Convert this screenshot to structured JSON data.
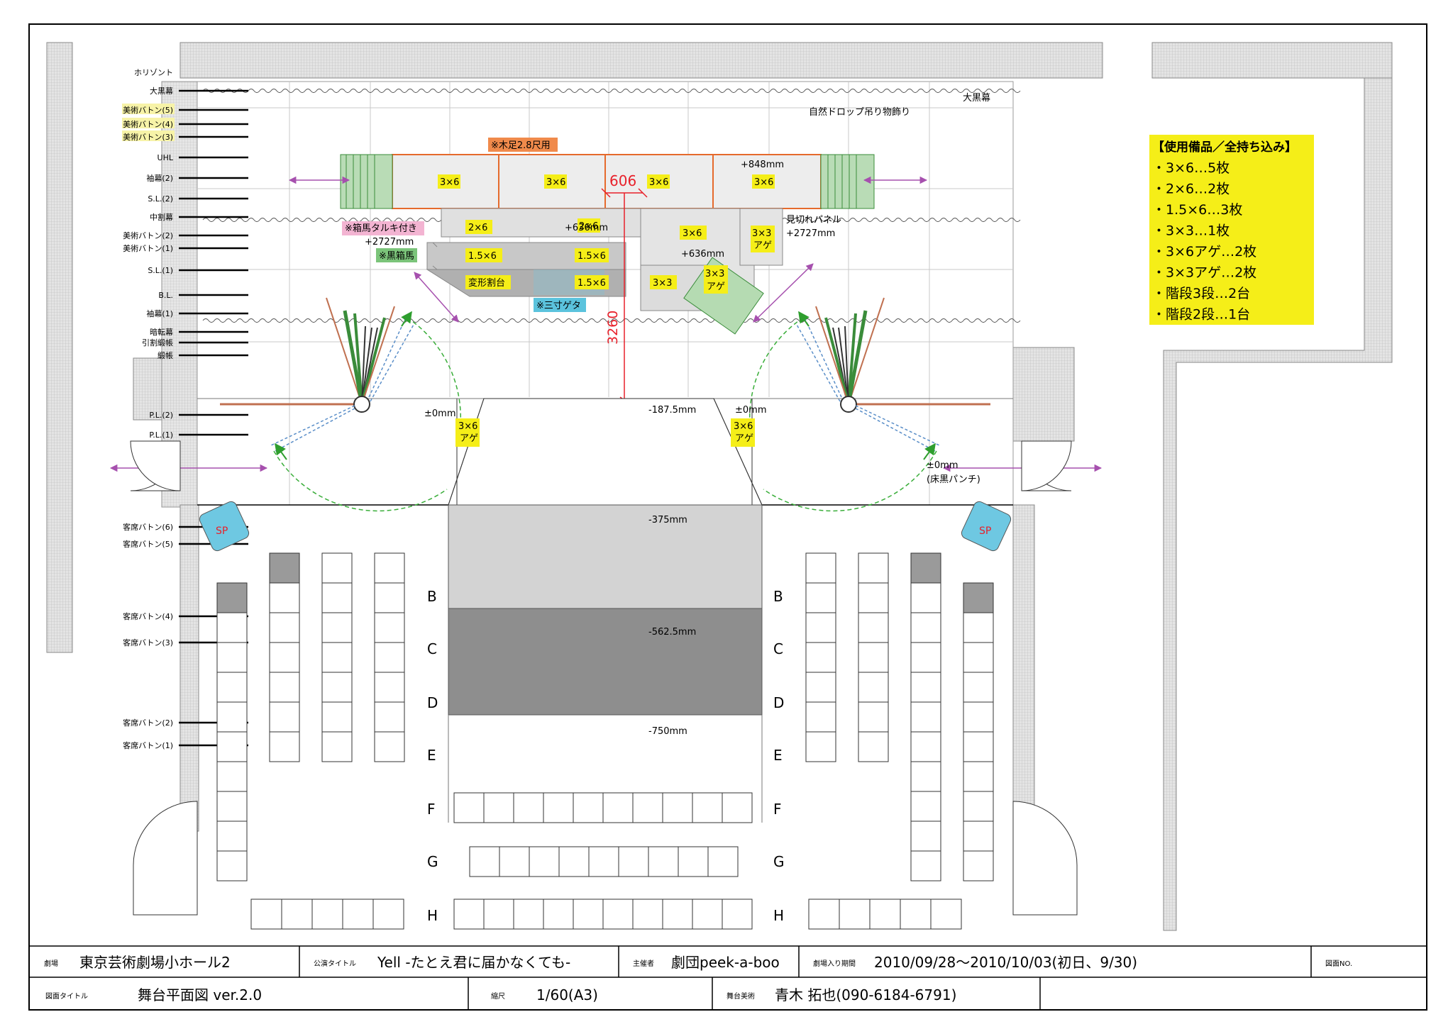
{
  "title_block": {
    "venue_label": "劇場",
    "venue": "東京芸術劇場小ホール2",
    "show_label": "公演タイトル",
    "show": "Yell -たとえ君に届かなくても-",
    "organizer_label": "主催者",
    "organizer": "劇団peek-a-boo",
    "period_label": "劇場入り期間",
    "period": "2010/09/28～2010/10/03(初日、9/30)",
    "drawing_no_label": "図面NO.",
    "drawing_title_label": "図面タイトル",
    "drawing_title": "舞台平面図 ver.2.0",
    "scale_label": "縮尺",
    "scale": "1/60(A3)",
    "designer_label": "舞台美術",
    "designer": "青木 拓也(090-6184-6791)"
  },
  "equipment": {
    "heading": "【使用備品／全持ち込み】",
    "items": [
      "・3×6…5枚",
      "・2×6…2枚",
      "・1.5×6…3枚",
      "・3×3…1枚",
      "・3×6アゲ…2枚",
      "・3×3アゲ…2枚",
      "・階段3段…2台",
      "・階段2段…1台"
    ]
  },
  "battens": [
    "ホリゾント",
    "大黒幕",
    "美術バトン(5)",
    "美術バトン(4)",
    "美術バトン(3)",
    "UHL",
    "袖幕(2)",
    "S.L.(2)",
    "中割幕",
    "美術バトン(2)",
    "美術バトン(1)",
    "S.L.(1)",
    "B.L.",
    "袖幕(1)",
    "暗転幕",
    "引割緞帳",
    "緞帳",
    "P.L.(2)",
    "P.L.(1)",
    "客席バトン(6)",
    "客席バトン(5)",
    "客席バトン(4)",
    "客席バトン(3)",
    "客席バトン(2)",
    "客席バトン(1)"
  ],
  "stage_labels": {
    "daikokumaku": "大黒幕",
    "drop": "自然ドロップ吊り物飾り",
    "kiashi": "※木足2.8尺用",
    "p3x6": "3×6",
    "p2x6": "2×6",
    "p15x6": "1.5×6",
    "p3x3": "3×3",
    "age": "アゲ",
    "henkei": "変形割台",
    "h848": "+848mm",
    "h636": "+636mm",
    "h2727": "+2727mm",
    "dim606": "606",
    "dim3260": "3260",
    "hakouma_tarki": "※箱馬タルキ付き",
    "kuro_hakouma": "※黒箱馬",
    "sansun_geta": "※三寸ゲタ",
    "mikiri": "見切れパネル",
    "zero": "±0mm",
    "yuka_punch": "(床黒パンチ)",
    "m1875": "-187.5mm",
    "m375": "-375mm",
    "m5625": "-562.5mm",
    "m750": "-750mm",
    "sp": "SP",
    "rows": [
      "B",
      "C",
      "D",
      "E",
      "F",
      "G",
      "H"
    ]
  },
  "colors": {
    "yellow": "#F5EE18",
    "orange_note": "#F08A4B",
    "pink_note": "#F3B4D2",
    "green_note": "#7BC47A",
    "cyan_note": "#5BC3DD",
    "speaker": "#6EC8E2",
    "stage_grey": "#E6E6E6",
    "riser_light": "#D6D6D6",
    "riser_dark": "#8E8E8E",
    "wall_hatch": "#E2E2E2",
    "wall_dot": "#B4B4B4",
    "dimension": "#E8202A",
    "arrow": "#A650AE",
    "swing": "#3AAE3A"
  }
}
